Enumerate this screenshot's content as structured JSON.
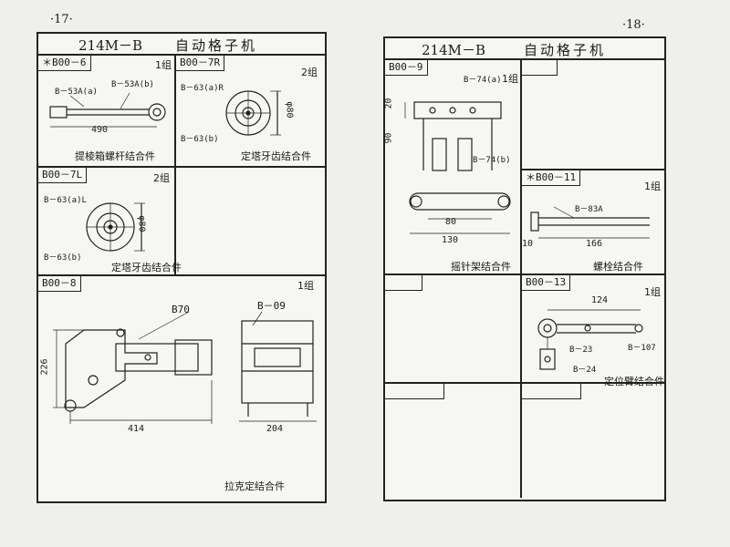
{
  "left_page": {
    "page_number": "·17·",
    "title_model": "214M－B",
    "title_name": "自动格子机",
    "cells": [
      {
        "code": "＊B00－6",
        "qty": "1组",
        "parts": [
          "B－53A(a)",
          "B－53A(b)"
        ],
        "dims": [
          "490"
        ],
        "caption": "提棱箱螺杆结合件"
      },
      {
        "code": "B00－7R",
        "qty": "2组",
        "parts": [
          "B－63(a)R",
          "B－63(b)"
        ],
        "dims": [
          "φ80"
        ],
        "caption": "定塔牙齿结合件"
      },
      {
        "code": "B00－7L",
        "qty": "2组",
        "parts": [
          "B－63(a)L",
          "B－63(b)"
        ],
        "dims": [
          "φ80"
        ],
        "caption": "定塔牙齿结合件"
      },
      {
        "code": "B00－8",
        "qty": "1组",
        "parts": [
          "B70",
          "B－09"
        ],
        "dims": [
          "226",
          "414",
          "204"
        ],
        "caption": "拉克定结合件"
      }
    ]
  },
  "right_page": {
    "page_number": "·18·",
    "title_model": "214M－B",
    "title_name": "自动格子机",
    "cells": [
      {
        "code": "B00－9",
        "qty": "1组",
        "parts": [
          "B－74(a)",
          "B－74(b)"
        ],
        "dims": [
          "20",
          "90",
          "80",
          "130"
        ],
        "caption": "摇针架结合件"
      },
      {
        "code": "＊B00－11",
        "qty": "1组",
        "parts": [
          "B－83A"
        ],
        "dims": [
          "10",
          "166"
        ],
        "caption": "螺栓结合件"
      },
      {
        "code": "B00－13",
        "qty": "1组",
        "parts": [
          "B－23",
          "B－107",
          "B－24"
        ],
        "dims": [
          "124"
        ],
        "caption": "定位臂结合件"
      }
    ]
  }
}
